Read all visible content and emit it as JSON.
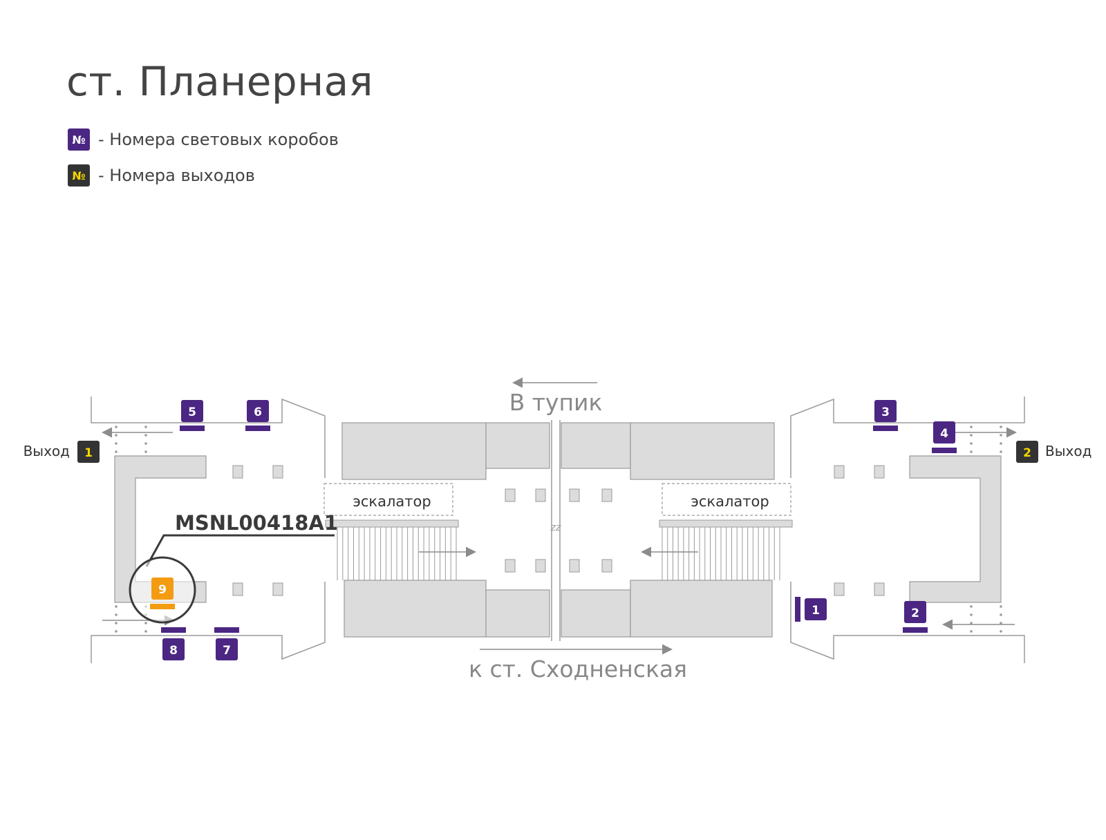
{
  "title": "ст. Планерная",
  "legend": {
    "lightbox": {
      "symbol": "№",
      "text": "- Номера световых коробов"
    },
    "exit": {
      "symbol": "№",
      "text": "- Номера выходов"
    }
  },
  "colors": {
    "lightbox": "#4b2682",
    "exit": "#333333",
    "exit_number": "#f5d800",
    "highlight": "#f39c12",
    "structure": "#dcdcdc",
    "wall": "#9a9a9a"
  },
  "directions": {
    "top": "В тупик",
    "bottom": "к ст. Сходненская"
  },
  "escalator_label": "эскалатор",
  "exit_label": "Выход",
  "exits": [
    "1",
    "2"
  ],
  "lightboxes": [
    "1",
    "2",
    "3",
    "4",
    "5",
    "6",
    "7",
    "8"
  ],
  "highlighted": {
    "number": "9",
    "code": "MSNL00418A1"
  },
  "middle_mark": "zz"
}
